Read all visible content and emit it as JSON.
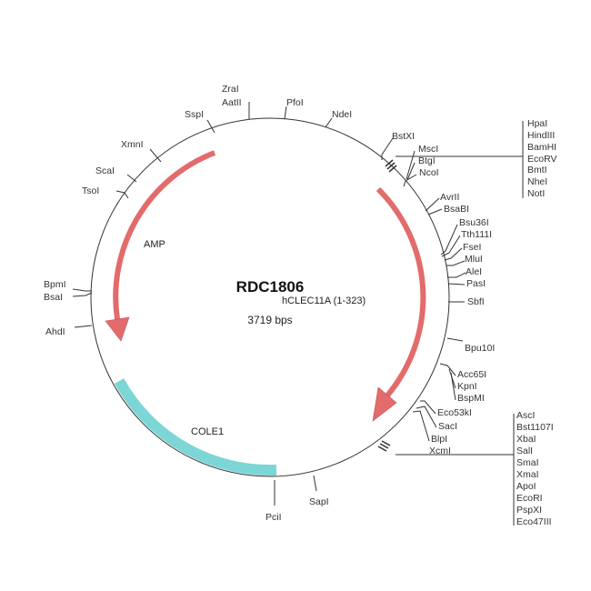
{
  "plasmid": {
    "name": "RDC1806",
    "size": "3719 bps"
  },
  "features": {
    "amp": "AMP",
    "insert": "hCLEC11A (1-323)",
    "ori": "COLE1"
  },
  "colors": {
    "arrow": "#e36b6b",
    "ori": "#7dd6d6",
    "line": "#333333"
  },
  "sites": {
    "top": [
      "ZraI",
      "AatII",
      "SspI",
      "PfoI",
      "NdeI"
    ],
    "upper_left": [
      "XmnI",
      "ScaI",
      "TsoI"
    ],
    "left": [
      "BpmI",
      "BsaI",
      "AhdI"
    ],
    "bottom": [
      "PciI",
      "SapI"
    ],
    "upper_right": [
      "BstXI",
      "MscI",
      "BtgI",
      "NcoI"
    ],
    "mcs1": [
      "HpaI",
      "HindIII",
      "BamHI",
      "EcoRV",
      "BmtI",
      "NheI",
      "NotI"
    ],
    "right": [
      "AvrII",
      "BsaBI",
      "Bsu36I",
      "Tth111I",
      "FseI",
      "MluI",
      "AleI",
      "PasI",
      "SbfI",
      "Bpu10I",
      "Acc65I",
      "KpnI",
      "BspMI",
      "Eco53kI",
      "SacI",
      "BlpI",
      "XcmI"
    ],
    "mcs2": [
      "AscI",
      "Bst1107I",
      "XbaI",
      "SalI",
      "SmaI",
      "XmaI",
      "ApoI",
      "EcoRI",
      "PspXI",
      "Eco47III"
    ]
  }
}
